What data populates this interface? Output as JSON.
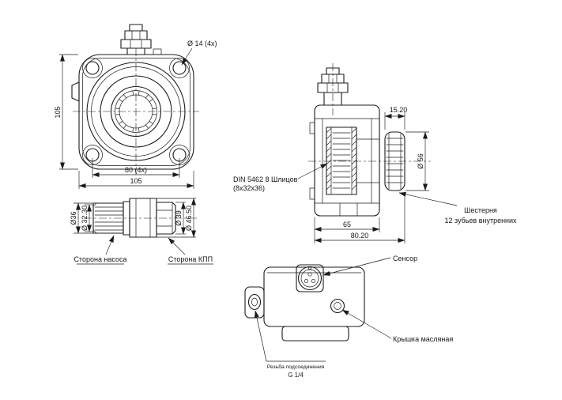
{
  "front_view": {
    "dim_hole": "Ø 14 (4x)",
    "dim_side_height": "105",
    "dim_bolt_spacing": "80 (4x)",
    "dim_width": "105"
  },
  "side_view": {
    "dim_gear_width": "15.20",
    "dim_gear_dia": "Ø 56",
    "spline_note_1": "DIN 5462 8 Шлицов",
    "spline_note_2": "(8x32x36)",
    "gear_note_1": "Шестерня",
    "gear_note_2": "12 зубьев внутренних",
    "dim_body": "65",
    "dim_overall": "80.20"
  },
  "shaft_view": {
    "dim_d36": "Ø36",
    "dim_d32": "Ø 32.30",
    "dim_d39": "Ø 39",
    "dim_d46": "Ø 46.50",
    "label_pump_side": "Сторона насоса",
    "label_gearbox_side": "Сторона КПП"
  },
  "bottom_view": {
    "label_sensor": "Сенсор",
    "label_oil_cap": "Крышка масляная",
    "label_thread_1": "Резьба подсоединения",
    "label_thread_2": "G 1/4"
  },
  "colors": {
    "line": "#1c1c1c",
    "background": "#ffffff"
  }
}
